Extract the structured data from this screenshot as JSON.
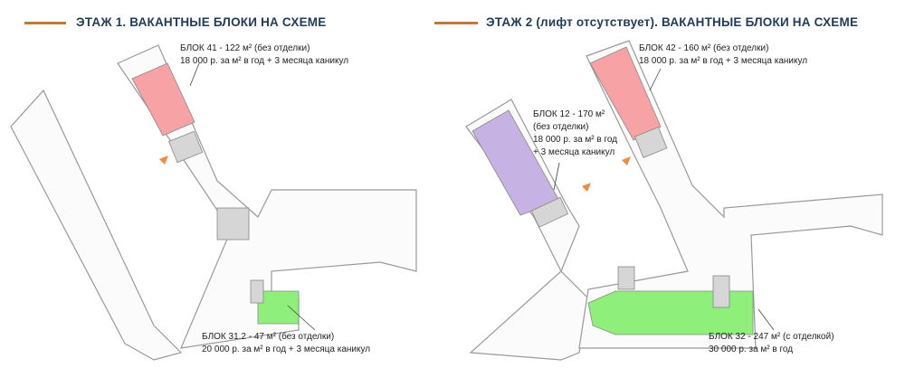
{
  "floor1": {
    "title": "ЭТАЖ 1.  ВАКАНТНЫЕ БЛОКИ НА СХЕМЕ",
    "blocks": [
      {
        "line1": "БЛОК 41 - 122 м² (без отделки)",
        "line2": "18 000 р. за м² в год + 3 месяца каникул",
        "color": "#f7a3a6"
      },
      {
        "line1": "БЛОК 31.2 - 47 м² (без отделки)",
        "line2": "20 000 р. за м² в год + 3 месяца каникул",
        "color": "#8ef07a"
      }
    ]
  },
  "floor2": {
    "title": "ЭТАЖ 2 (лифт отсутствует).  ВАКАНТНЫЕ БЛОКИ НА СХЕМЕ",
    "blocks": [
      {
        "line1": "БЛОК 42 - 160 м² (без отделки)",
        "line2": "18 000 р. за м² в год + 3 месяца каникул",
        "color": "#f7a3a6"
      },
      {
        "line1": "БЛОК 12 - 170 м²",
        "line2": "(без отделки)",
        "line3": "18 000 р. за м² в год",
        "line4": "+ 3 месяца каникул",
        "color": "#c6b3e3"
      },
      {
        "line1": "БЛОК 32 - 247 м² (с отделкой)",
        "line2": "30 000 р. за м² в год",
        "color": "#8ef07a"
      }
    ]
  },
  "colors": {
    "accent_line": "#c07a33",
    "title": "#1f3b5a",
    "entrance_arrow": "#f08a3c"
  }
}
